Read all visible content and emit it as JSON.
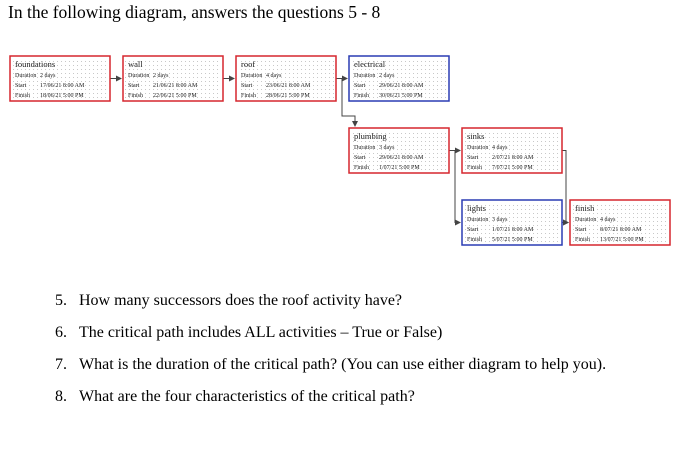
{
  "heading": "In the following diagram, answers the questions 5 - 8",
  "colors": {
    "critical": "#d6262e",
    "noncritical": "#2a3cb4",
    "arrow": "#444444"
  },
  "nodes": [
    {
      "id": "foundations",
      "name": "foundations",
      "critical": true,
      "duration_label": "Duration",
      "duration": "2 days",
      "start_label": "Start",
      "start": "17/06/21 8:00 AM",
      "finish_label": "Finish",
      "finish": "18/06/21 5:00 PM"
    },
    {
      "id": "wall",
      "name": "wall",
      "critical": true,
      "duration_label": "Duration",
      "duration": "2 days",
      "start_label": "Start",
      "start": "21/06/21 8:00 AM",
      "finish_label": "Finish",
      "finish": "22/06/21 5:00 PM"
    },
    {
      "id": "roof",
      "name": "roof",
      "critical": true,
      "duration_label": "Duration",
      "duration": "4 days",
      "start_label": "Start",
      "start": "23/06/21 8:00 AM",
      "finish_label": "Finish",
      "finish": "28/06/21 5:00 PM"
    },
    {
      "id": "electrical",
      "name": "electrical",
      "critical": false,
      "duration_label": "Duration",
      "duration": "2 days",
      "start_label": "Start",
      "start": "29/06/21 8:00 AM",
      "finish_label": "Finish",
      "finish": "30/06/21 5:00 PM"
    },
    {
      "id": "plumbing",
      "name": "plumbing",
      "critical": true,
      "duration_label": "Duration",
      "duration": "3 days",
      "start_label": "Start",
      "start": "29/06/21 8:00 AM",
      "finish_label": "Finish",
      "finish": "1/07/21 5:00 PM"
    },
    {
      "id": "sinks",
      "name": "sinks",
      "critical": true,
      "duration_label": "Duration",
      "duration": "4 days",
      "start_label": "Start",
      "start": "2/07/21 8:00 AM",
      "finish_label": "Finish",
      "finish": "7/07/21 5:00 PM"
    },
    {
      "id": "lights",
      "name": "lights",
      "critical": false,
      "duration_label": "Duration",
      "duration": "3 days",
      "start_label": "Start",
      "start": "1/07/21 8:00 AM",
      "finish_label": "Finish",
      "finish": "5/07/21 5:00 PM"
    },
    {
      "id": "finish",
      "name": "finish",
      "critical": true,
      "duration_label": "Duration",
      "duration": "4 days",
      "start_label": "Start",
      "start": "8/07/21 8:00 AM",
      "finish_label": "Finish",
      "finish": "13/07/21 5:00 PM"
    }
  ],
  "links": [
    [
      "foundations",
      "wall"
    ],
    [
      "wall",
      "roof"
    ],
    [
      "roof",
      "electrical"
    ],
    [
      "roof",
      "plumbing"
    ],
    [
      "plumbing",
      "sinks"
    ],
    [
      "plumbing",
      "lights"
    ],
    [
      "sinks",
      "finish"
    ],
    [
      "lights",
      "finish"
    ]
  ],
  "questions": [
    {
      "num": "5.",
      "text": "How many successors does the roof activity have?"
    },
    {
      "num": "6.",
      "text": "The critical path includes ALL activities – True or False)"
    },
    {
      "num": "7.",
      "text": "What is the duration of the critical path? (You can use either diagram to help you)."
    },
    {
      "num": "8.",
      "text": "What are the four characteristics of the critical path?"
    }
  ]
}
